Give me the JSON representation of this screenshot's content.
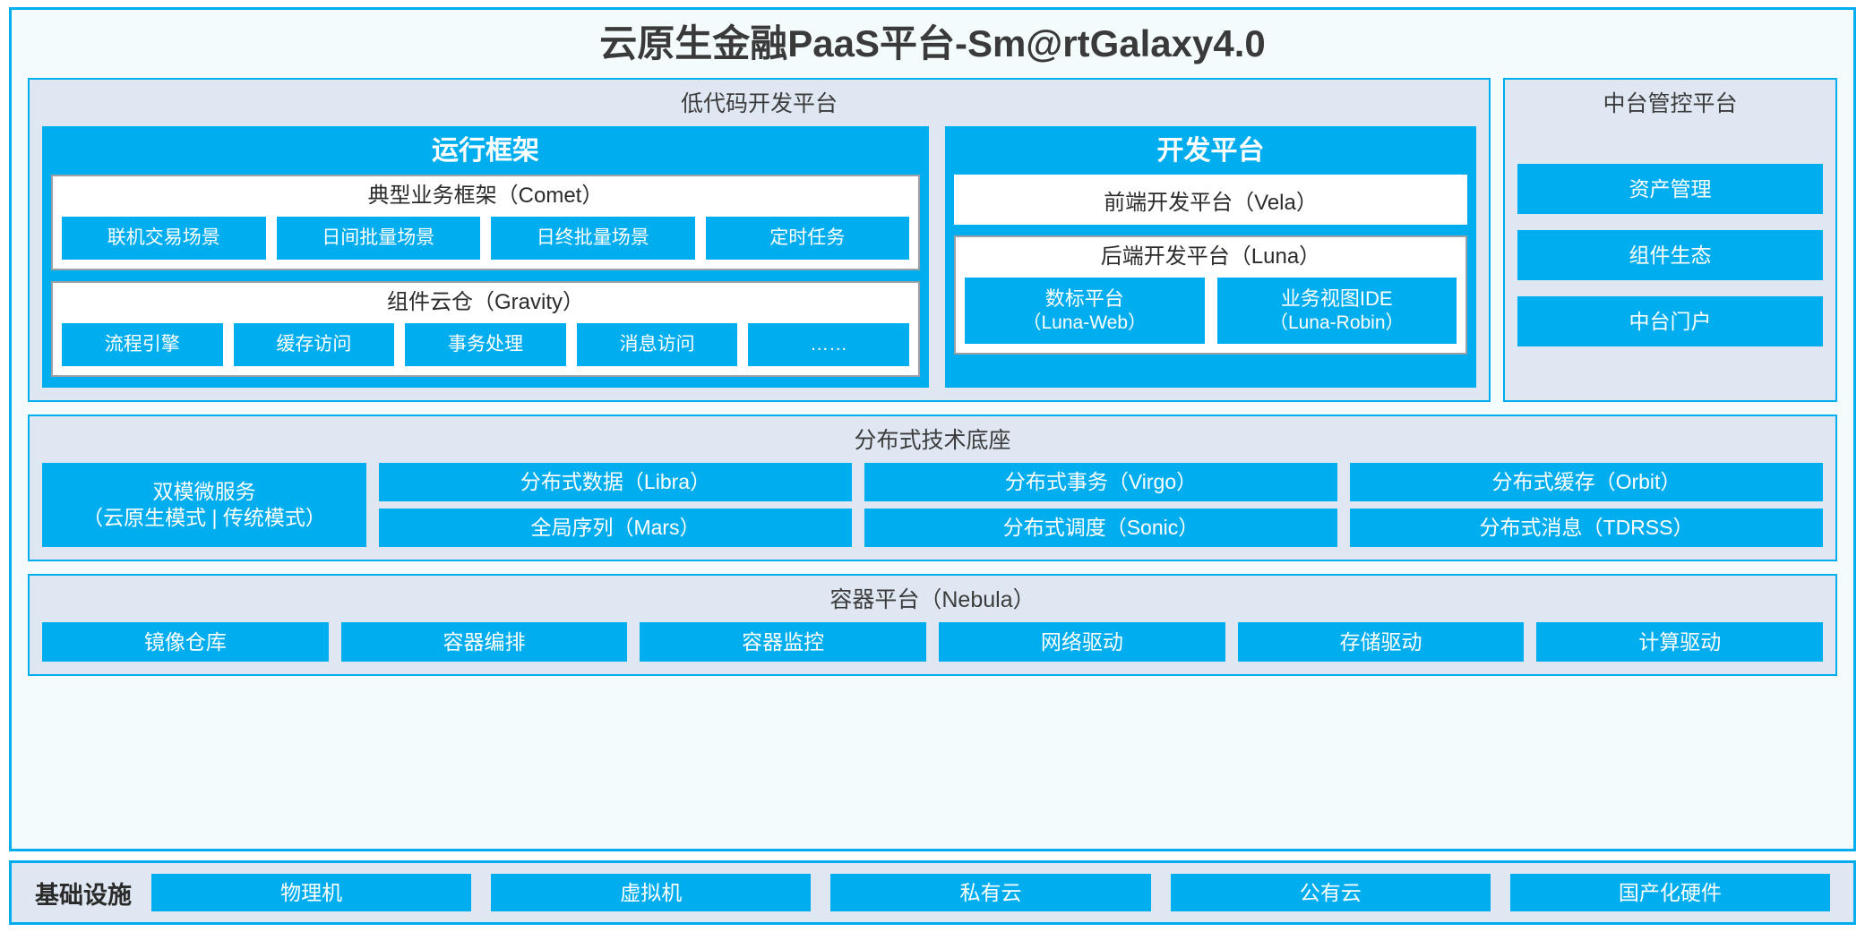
{
  "title": "云原生金融PaaS平台-Sm@rtGalaxy4.0",
  "colors": {
    "accent": "#00AEEF",
    "panel_bg": "#DEE7F2",
    "card_bg": "#F4FBFD",
    "box_border": "#9AA0A6",
    "text_dark": "#3A3A3A"
  },
  "lowcode": {
    "title": "低代码开发平台",
    "runtime": {
      "title": "运行框架",
      "comet": {
        "title": "典型业务框架（Comet）",
        "items": [
          "联机交易场景",
          "日间批量场景",
          "日终批量场景",
          "定时任务"
        ]
      },
      "gravity": {
        "title": "组件云仓（Gravity）",
        "items": [
          "流程引擎",
          "缓存访问",
          "事务处理",
          "消息访问",
          "……"
        ]
      }
    },
    "devplatform": {
      "title": "开发平台",
      "vela": "前端开发平台（Vela）",
      "luna": {
        "title": "后端开发平台（Luna）",
        "items": [
          {
            "name": "数标平台",
            "sub": "（Luna-Web）"
          },
          {
            "name": "业务视图IDE",
            "sub": "（Luna-Robin）"
          }
        ]
      }
    }
  },
  "midplatform": {
    "title": "中台管控平台",
    "items": [
      "资产管理",
      "组件生态",
      "中台门户"
    ]
  },
  "techbase": {
    "title": "分布式技术底座",
    "microservice": {
      "name": "双模微服务",
      "sub": "（云原生模式 | 传统模式）"
    },
    "columns": [
      [
        "分布式数据（Libra）",
        "全局序列（Mars）"
      ],
      [
        "分布式事务（Virgo）",
        "分布式调度（Sonic）"
      ],
      [
        "分布式缓存（Orbit）",
        "分布式消息（TDRSS）"
      ]
    ]
  },
  "container": {
    "title": "容器平台（Nebula）",
    "items": [
      "镜像仓库",
      "容器编排",
      "容器监控",
      "网络驱动",
      "存储驱动",
      "计算驱动"
    ]
  },
  "infrastructure": {
    "label": "基础设施",
    "items": [
      "物理机",
      "虚拟机",
      "私有云",
      "公有云",
      "国产化硬件"
    ]
  }
}
